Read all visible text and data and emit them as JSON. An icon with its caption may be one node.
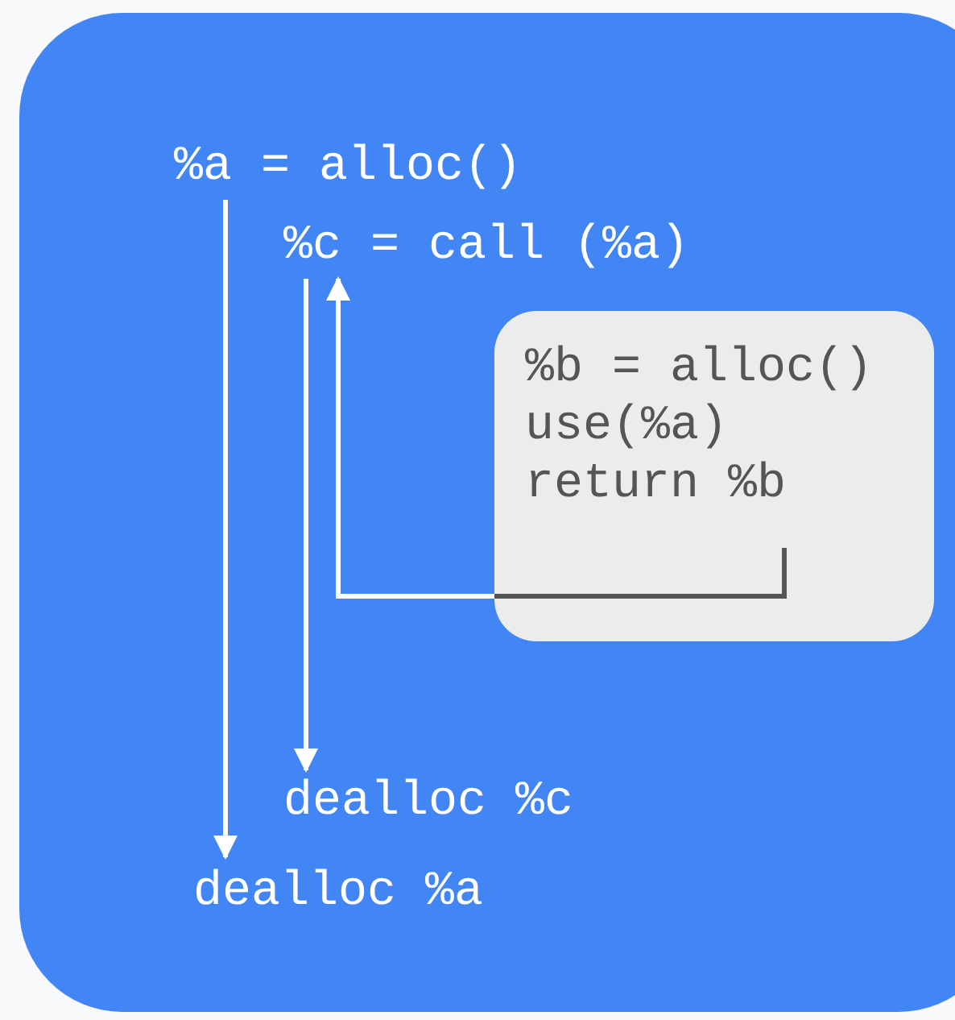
{
  "diagram": {
    "nodes": [
      {
        "text": [],
        "shape": "box"
      },
      {
        "text": [
          "%a = alloc()"
        ],
        "in": 0
      },
      {
        "text": [
          "%c = call (%a)"
        ],
        "in": 0
      },
      {
        "text": [
          "%b = alloc()",
          "use(%a)",
          "return %b"
        ],
        "in": 0
      },
      {
        "text": [
          "dealloc %c"
        ],
        "in": 0
      },
      {
        "text": [
          "dealloc %a"
        ],
        "in": 0
      }
    ],
    "edges": [
      {
        "from": 1,
        "to": 5,
        "arrow": "to"
      },
      {
        "from": 2,
        "to": 4,
        "arrow": "to"
      },
      {
        "from": 3,
        "to": 2,
        "arrow": "to"
      }
    ]
  }
}
